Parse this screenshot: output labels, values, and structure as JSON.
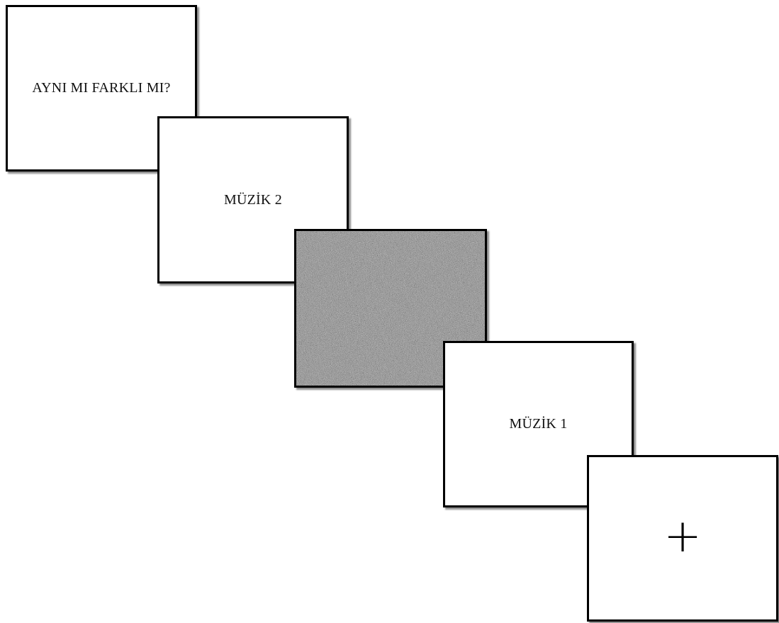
{
  "frames": {
    "question": {
      "label": "AYNI MI FARKLI MI?"
    },
    "music2": {
      "label": "MÜZİK 2"
    },
    "noise": {
      "fill": "white-noise"
    },
    "music1": {
      "label": "MÜZİK 1"
    },
    "fixation": {
      "symbol": "+"
    }
  },
  "colors": {
    "border": "#000000",
    "frame_background": "#ffffff",
    "noise_base": "#808080"
  }
}
